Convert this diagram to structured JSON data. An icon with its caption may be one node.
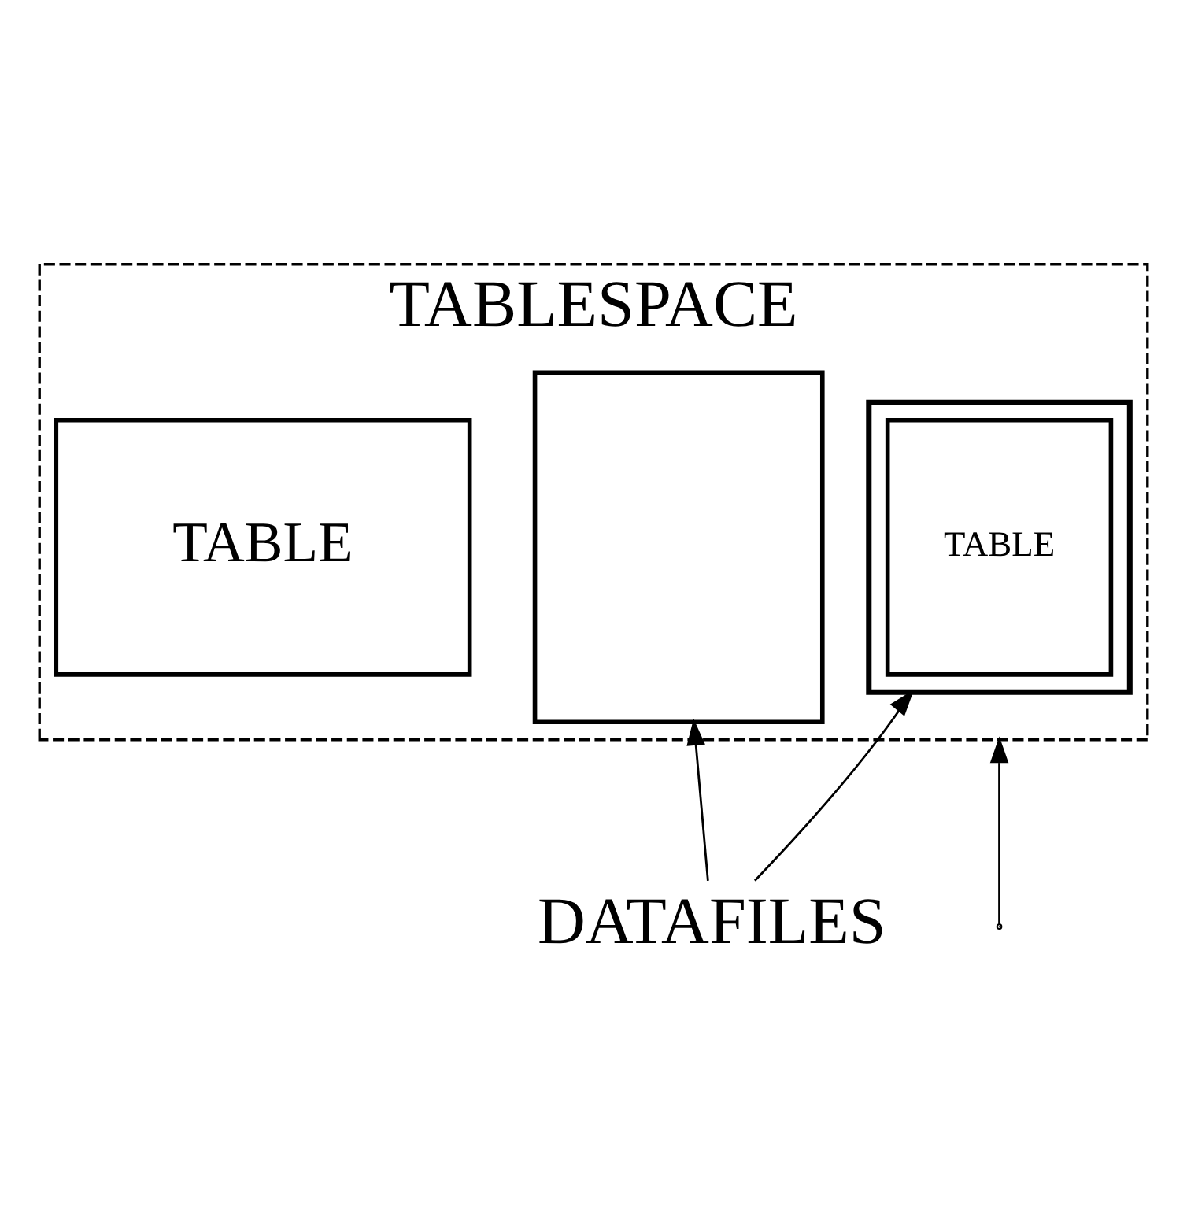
{
  "diagram": {
    "nodes": [
      {
        "text": [
          "TABLESPACE"
        ]
      },
      {
        "text": [],
        "shape": "box",
        "in": 0
      },
      {
        "text": [],
        "shape": "box",
        "in": 0
      },
      {
        "text": [
          "TABLE"
        ],
        "in": 1
      },
      {
        "text": [
          "TABLE"
        ],
        "in": 0
      },
      {
        "text": [
          "DATAFILES"
        ]
      }
    ],
    "edges": [
      {
        "from": 5,
        "to": 1,
        "arrow": "to"
      },
      {
        "from": 5,
        "to": 2,
        "arrow": "to"
      },
      {
        "from": null,
        "to": 0,
        "arrow": "to"
      }
    ]
  }
}
